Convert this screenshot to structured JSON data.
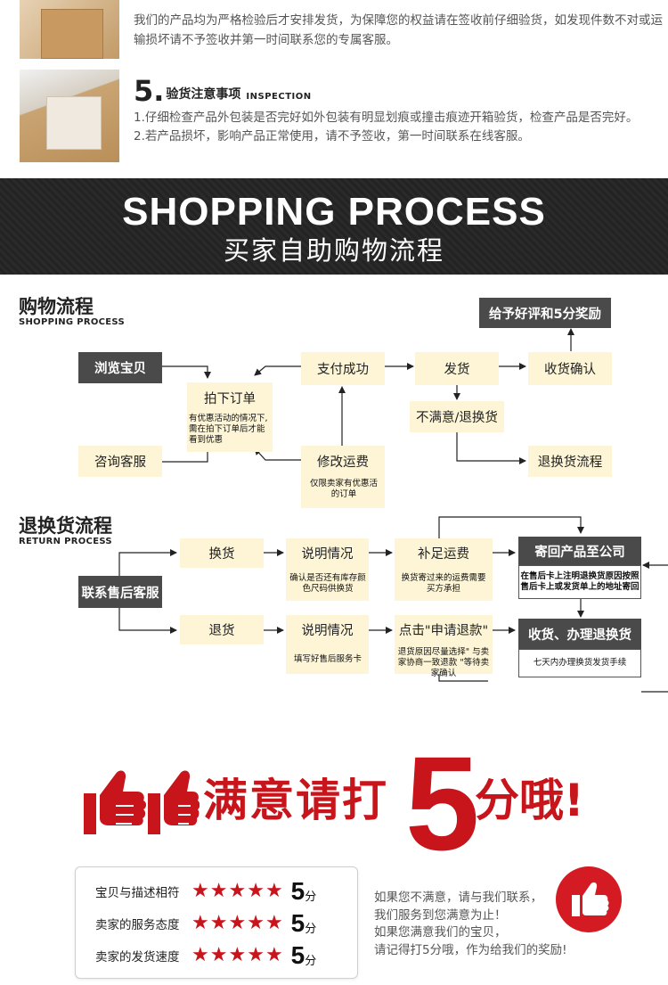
{
  "notice4": {
    "text": "我们的产品均为严格检验后才安排发货，为保障您的权益请在签收前仔细验货，如发现件数不对或运输损坏请不予签收并第一时间联系您的专属客服。"
  },
  "notice5": {
    "number": "5.",
    "title": "验货注意事项",
    "title_en": "INSPECTION",
    "lines": [
      "1.仔细检查产品外包装是否完好如外包装有明显划痕或撞击痕迹开箱验货，检查产品是否完好。",
      "2.若产品损坏，影响产品正常使用，请不予签收，第一时间联系在线客服。"
    ]
  },
  "banner": {
    "en": "SHOPPING PROCESS",
    "cn": "买家自助购物流程"
  },
  "shopping": {
    "title": "购物流程",
    "title_en": "SHOPPING PROCESS",
    "nodes": {
      "browse": "浏览宝贝",
      "order": "拍下订单",
      "consult": "咨询客服",
      "pay": "支付成功",
      "modify": "修改运费",
      "ship": "发货",
      "unsatisfied": "不满意/退换货",
      "receive": "收货确认",
      "reward": "给予好评和5分奖励",
      "return_flow": "退换货流程"
    },
    "notes": {
      "order": "有优惠活动的情况下,需在拍下订单后才能看到优惠",
      "modify": "仅限卖家有优惠活的订单"
    }
  },
  "returns": {
    "title": "退换货流程",
    "title_en": "RETURN PROCESS",
    "nodes": {
      "contact": "联系售后客服",
      "exchange": "换货",
      "explain1": "说明情况",
      "supplement": "补足运费",
      "send_back": "寄回产品至公司",
      "refund": "退货",
      "explain2": "说明情况",
      "apply": "点击\"申请退款\"",
      "handle": "收货、办理退换货"
    },
    "notes": {
      "explain1": "确认是否还有库存颜色尺码供换货",
      "supplement": "换货寄过来的运费需要买方承担",
      "send_back": "在售后卡上注明退换货原因按照售后卡上或发货单上的地址寄回",
      "explain2": "填写好售后服务卡",
      "apply": "退货原因尽量选择\" 与卖家协商一致退款 \"等待卖家确认",
      "handle": "七天内办理换货发货手续"
    }
  },
  "rating": {
    "headline_a": "满意请打",
    "headline_num": "5",
    "headline_b": "分哦!",
    "rows": [
      {
        "label": "宝贝与描述相符",
        "score": "5",
        "unit": "分"
      },
      {
        "label": "卖家的服务态度",
        "score": "5",
        "unit": "分"
      },
      {
        "label": "卖家的发货速度",
        "score": "5",
        "unit": "分"
      }
    ],
    "stars_per_row": 5,
    "message": [
      "如果您不满意，请与我们联系，",
      "我们服务到您满意为止！",
      "如果您满意我们的宝贝，",
      "请记得打5分哦，作为给我们的奖励!"
    ],
    "accent_color": "#c8141b"
  }
}
